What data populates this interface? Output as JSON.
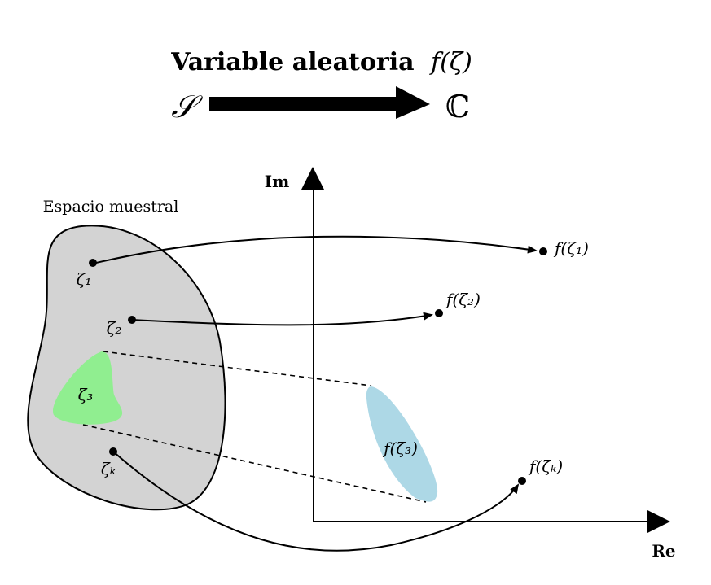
{
  "title": {
    "text": "Variable aleatoria",
    "math": "f(ζ)"
  },
  "mapping": {
    "domain": "𝒮",
    "codomain": "ℂ"
  },
  "axes": {
    "imag_label": "Im",
    "real_label": "Re"
  },
  "sample_space": {
    "label": "Espacio muestral",
    "fill": "#d3d3d3",
    "points": [
      {
        "label": "ζ₁",
        "image_label": "f(ζ₁)"
      },
      {
        "label": "ζ₂",
        "image_label": "f(ζ₂)"
      },
      {
        "label": "ζₖ",
        "image_label": "f(ζₖ)"
      }
    ],
    "region": {
      "label": "ζ₃",
      "image_label": "f(ζ₃)",
      "fill": "#90ee90",
      "image_fill": "#add8e6"
    }
  },
  "colors": {
    "stroke": "#000000",
    "background": "#ffffff"
  }
}
